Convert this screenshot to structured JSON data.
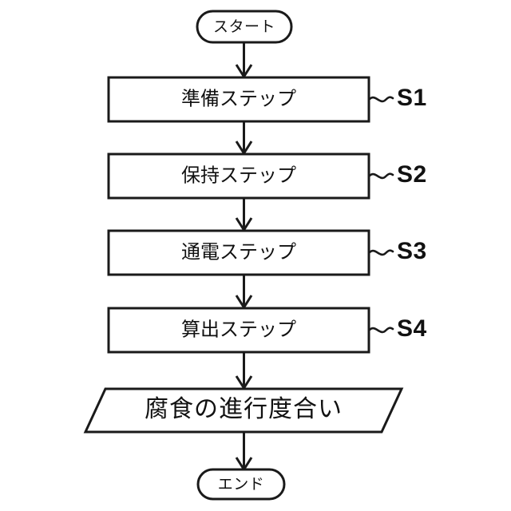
{
  "diagram": {
    "type": "flowchart",
    "orientation": "vertical",
    "language": "ja",
    "background_color": "#ffffff",
    "stroke_color": "#1a1a1a",
    "text_color": "#111111"
  },
  "nodes": {
    "start": {
      "label": "スタート",
      "shape": "terminator"
    },
    "step1": {
      "label": "準備ステップ",
      "code": "S1",
      "shape": "process"
    },
    "step2": {
      "label": "保持ステップ",
      "code": "S2",
      "shape": "process"
    },
    "step3": {
      "label": "通電ステップ",
      "code": "S3",
      "shape": "process"
    },
    "step4": {
      "label": "算出ステップ",
      "code": "S4",
      "shape": "process"
    },
    "output": {
      "label": "腐食の進行度合い",
      "shape": "data-parallelogram"
    },
    "end": {
      "label": "エンド",
      "shape": "terminator"
    }
  },
  "edges": [
    {
      "from": "start",
      "to": "step1",
      "arrow": "down"
    },
    {
      "from": "step1",
      "to": "step2",
      "arrow": "down"
    },
    {
      "from": "step2",
      "to": "step3",
      "arrow": "down"
    },
    {
      "from": "step3",
      "to": "step4",
      "arrow": "down"
    },
    {
      "from": "step4",
      "to": "output",
      "arrow": "down"
    },
    {
      "from": "output",
      "to": "end",
      "arrow": "down"
    }
  ],
  "callouts": [
    {
      "target": "step1",
      "code": "S1",
      "connector": "wavy-tilde"
    },
    {
      "target": "step2",
      "code": "S2",
      "connector": "wavy-tilde"
    },
    {
      "target": "step3",
      "code": "S3",
      "connector": "wavy-tilde"
    },
    {
      "target": "step4",
      "code": "S4",
      "connector": "wavy-tilde"
    }
  ]
}
